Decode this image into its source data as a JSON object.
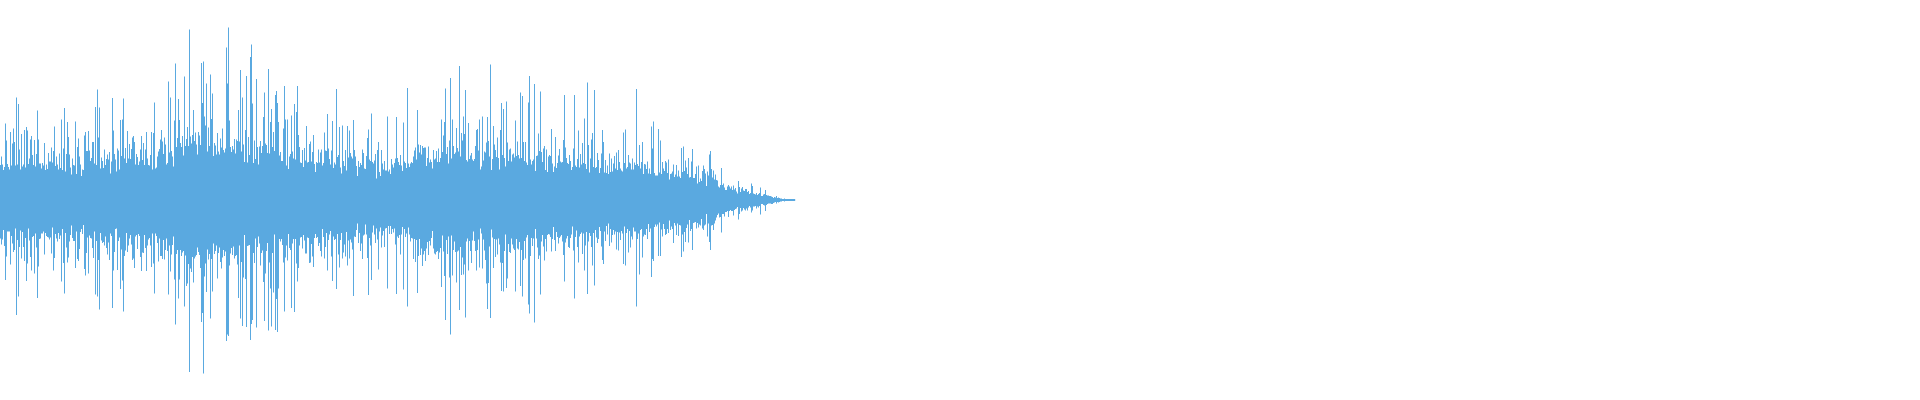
{
  "waveform": {
    "color": "#5aa9e0",
    "duration_fraction": 0.41,
    "peak_amplitude_fraction": 0.93,
    "envelope": [
      {
        "t": 0.0,
        "a": 0.55
      },
      {
        "t": 0.08,
        "a": 0.6
      },
      {
        "t": 0.1,
        "a": 0.93
      },
      {
        "t": 0.14,
        "a": 0.7
      },
      {
        "t": 0.2,
        "a": 0.48
      },
      {
        "t": 0.22,
        "a": 0.7
      },
      {
        "t": 0.28,
        "a": 0.62
      },
      {
        "t": 0.32,
        "a": 0.55
      },
      {
        "t": 0.34,
        "a": 0.48
      },
      {
        "t": 0.36,
        "a": 0.4
      },
      {
        "t": 0.38,
        "a": 0.18
      },
      {
        "t": 0.4,
        "a": 0.06
      },
      {
        "t": 0.41,
        "a": 0.0
      }
    ]
  }
}
